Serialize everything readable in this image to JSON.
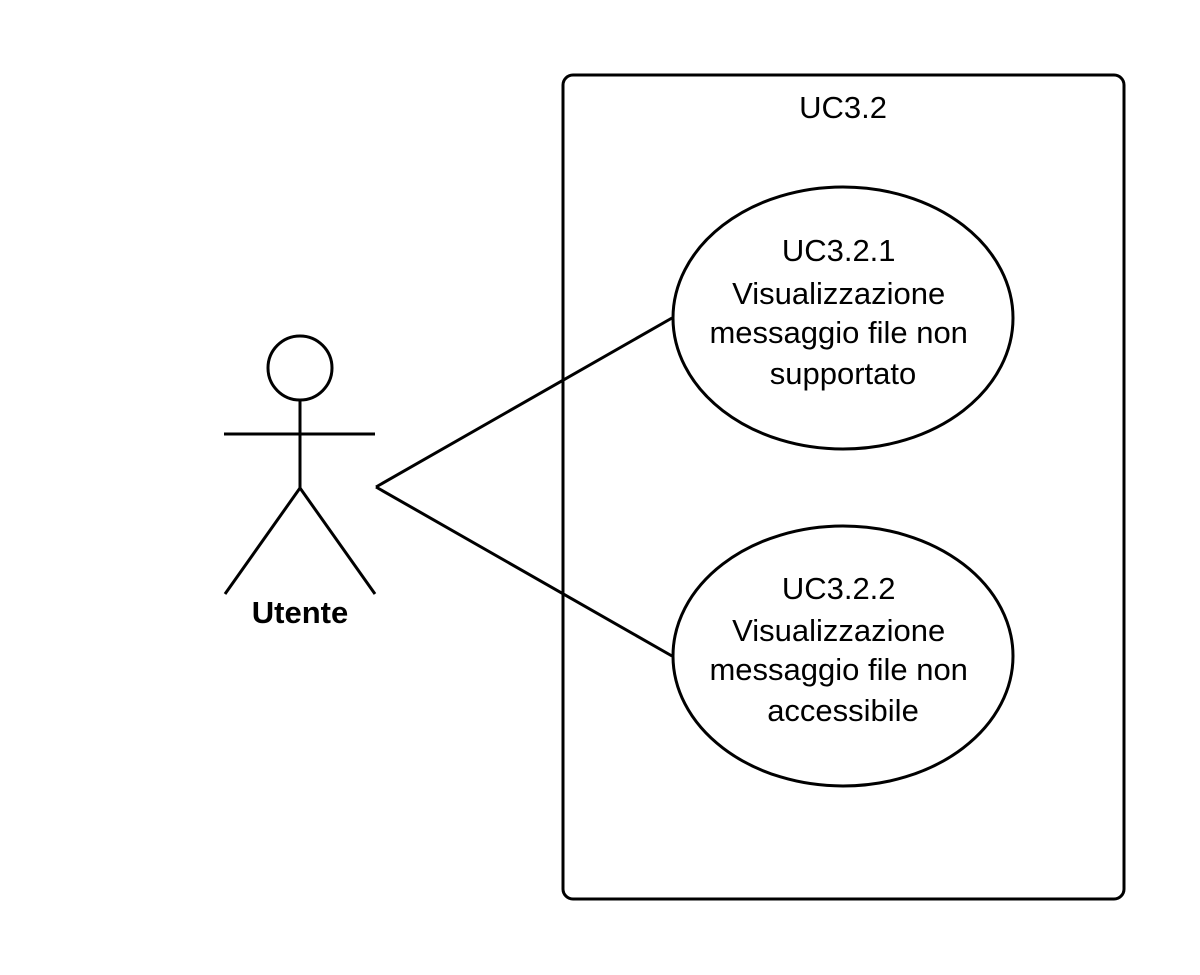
{
  "colors": {
    "stroke": "#000000",
    "background": "#ffffff"
  },
  "system": {
    "title": "UC3.2"
  },
  "actor": {
    "name": "Utente"
  },
  "use_cases": [
    {
      "id": "UC3.2.1",
      "lines": [
        "UC3.2.1",
        "Visualizzazione",
        "messaggio file non",
        "supportato"
      ]
    },
    {
      "id": "UC3.2.2",
      "lines": [
        "UC3.2.2",
        "Visualizzazione",
        "messaggio file non",
        "accessibile"
      ]
    }
  ]
}
